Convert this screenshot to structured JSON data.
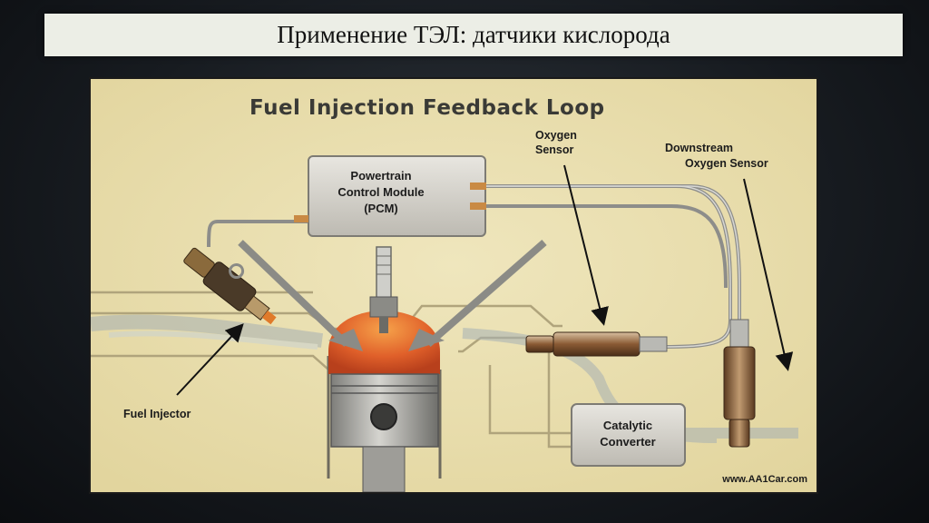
{
  "slide": {
    "title": "Применение ТЭЛ: датчики кислорода"
  },
  "diagram": {
    "title": "Fuel Injection Feedback Loop",
    "labels": {
      "pcm_line1": "Powertrain",
      "pcm_line2": "Control Module",
      "pcm_line3": "(PCM)",
      "o2_line1": "Oxygen",
      "o2_line2": "Sensor",
      "down_line1": "Downstream",
      "down_line2": "Oxygen Sensor",
      "injector": "Fuel Injector",
      "cat_line1": "Catalytic",
      "cat_line2": "Converter",
      "credit": "www.AA1Car.com"
    },
    "colors": {
      "background": "#eee3b6",
      "box": "#d6d3cc",
      "wire": "#8a8a8a",
      "combustion": "#e8692a",
      "text": "#1c1c1c"
    }
  }
}
